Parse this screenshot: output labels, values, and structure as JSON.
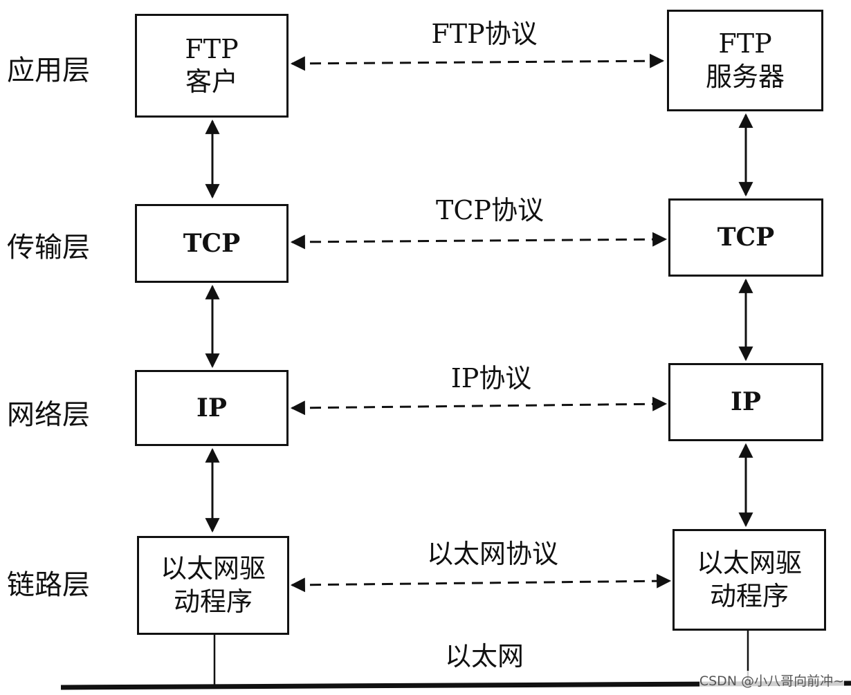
{
  "layers": {
    "application": "应用层",
    "transport": "传输层",
    "network": "网络层",
    "link": "链路层"
  },
  "client": {
    "ftp_line1": "FTP",
    "ftp_line2": "客户",
    "tcp": "TCP",
    "ip": "IP",
    "driver_line1": "以太网驱",
    "driver_line2": "动程序"
  },
  "server": {
    "ftp_line1": "FTP",
    "ftp_line2": "服务器",
    "tcp": "TCP",
    "ip": "IP",
    "driver_line1": "以太网驱",
    "driver_line2": "动程序"
  },
  "protocols": {
    "ftp": "FTP协议",
    "tcp": "TCP协议",
    "ip": "IP协议",
    "ethernet": "以太网协议"
  },
  "medium": "以太网",
  "watermark": "CSDN @小八哥向前冲~"
}
